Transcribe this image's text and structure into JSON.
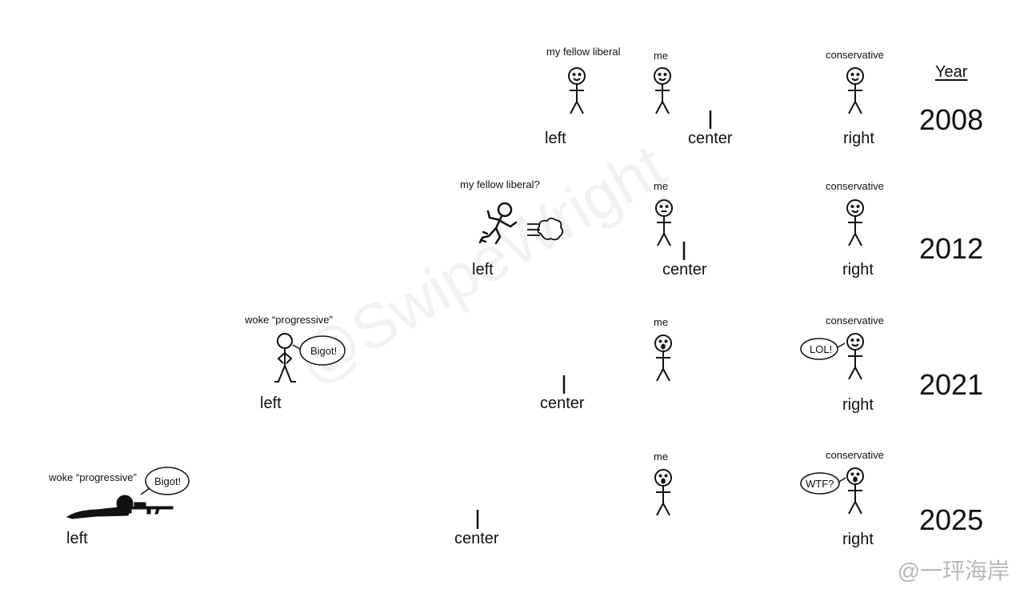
{
  "year_header": "Year",
  "axis_labels": {
    "left": "left",
    "center": "center",
    "right": "right"
  },
  "rows": [
    {
      "year": "2008",
      "top_left_label": "my fellow liberal",
      "me_label": "me",
      "conservative_label": "conservative"
    },
    {
      "year": "2012",
      "top_left_label": "my fellow liberal?",
      "me_label": "me",
      "conservative_label": "conservative"
    },
    {
      "year": "2021",
      "top_left_label": "woke “progressive”",
      "me_label": "me",
      "conservative_label": "conservative",
      "left_bubble": "Bigot!",
      "right_bubble": "LOL!"
    },
    {
      "year": "2025",
      "top_left_label": "woke “progressive”",
      "me_label": "me",
      "conservative_label": "conservative",
      "left_bubble": "Bigot!",
      "right_bubble": "WTF?"
    }
  ],
  "watermark": "@SwipeWright",
  "weibo_handle": "@一玶海岸",
  "colors": {
    "left": "#3a6fbf",
    "right": "#e0473f",
    "mid": "#6a3a7a"
  }
}
